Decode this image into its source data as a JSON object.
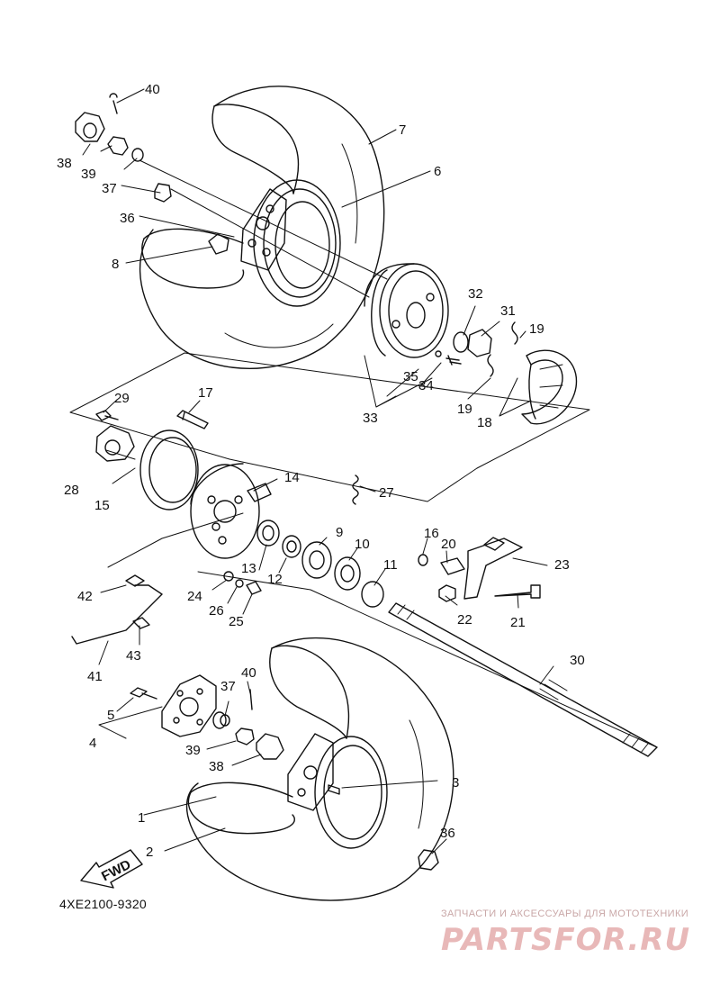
{
  "diagram_code": "4XE2100-9320",
  "fwd_label": "FWD",
  "watermark": {
    "tagline": "ЗАПЧАСТИ И АКСЕССУАРЫ ДЛЯ МОТОТЕХНИКИ",
    "brand": "PARTSFOR.RU"
  },
  "parts": [
    {
      "num": "1"
    },
    {
      "num": "2"
    },
    {
      "num": "3"
    },
    {
      "num": "4"
    },
    {
      "num": "5"
    },
    {
      "num": "6"
    },
    {
      "num": "7"
    },
    {
      "num": "8"
    },
    {
      "num": "9"
    },
    {
      "num": "10"
    },
    {
      "num": "11"
    },
    {
      "num": "12"
    },
    {
      "num": "13"
    },
    {
      "num": "14"
    },
    {
      "num": "15"
    },
    {
      "num": "16"
    },
    {
      "num": "17"
    },
    {
      "num": "18"
    },
    {
      "num": "19"
    },
    {
      "num": "19"
    },
    {
      "num": "20"
    },
    {
      "num": "21"
    },
    {
      "num": "22"
    },
    {
      "num": "23"
    },
    {
      "num": "24"
    },
    {
      "num": "25"
    },
    {
      "num": "26"
    },
    {
      "num": "27"
    },
    {
      "num": "28"
    },
    {
      "num": "29"
    },
    {
      "num": "30"
    },
    {
      "num": "31"
    },
    {
      "num": "32"
    },
    {
      "num": "33"
    },
    {
      "num": "34"
    },
    {
      "num": "35"
    },
    {
      "num": "36"
    },
    {
      "num": "36"
    },
    {
      "num": "37"
    },
    {
      "num": "37"
    },
    {
      "num": "38"
    },
    {
      "num": "38"
    },
    {
      "num": "39"
    },
    {
      "num": "39"
    },
    {
      "num": "40"
    },
    {
      "num": "40"
    },
    {
      "num": "41"
    },
    {
      "num": "42"
    },
    {
      "num": "43"
    }
  ]
}
